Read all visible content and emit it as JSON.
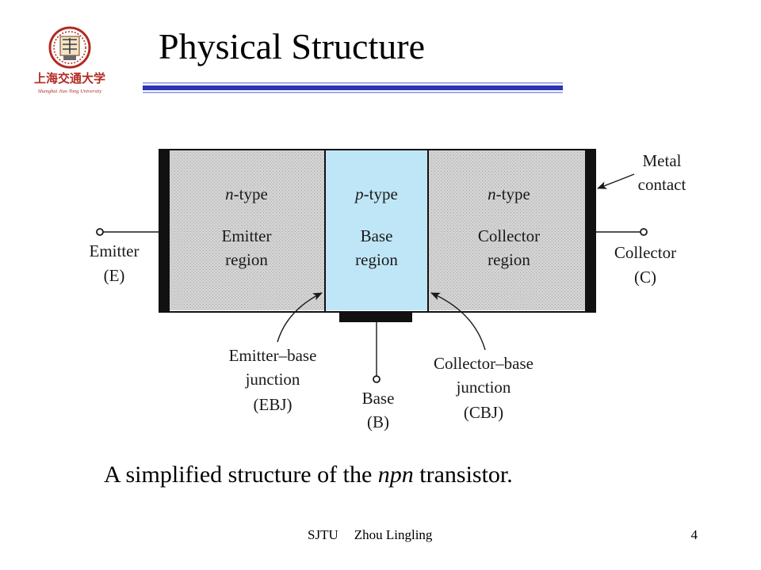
{
  "slide": {
    "title": "Physical Structure",
    "caption_pre": "A simplified structure of the ",
    "caption_em": "npn",
    "caption_post": " transistor.",
    "footer_org": "SJTU",
    "footer_author": "Zhou Lingling",
    "page_number": "4",
    "logo_text_cn": "上海交通大学",
    "logo_text_en": "Shanghai Jiao Tong University"
  },
  "colors": {
    "title_rule": "#2a35b8",
    "region_gray": "#d2d2d2",
    "base_blue": "#bfe6f6",
    "metal_black": "#111111",
    "logo_red": "#b22a22"
  },
  "diagram": {
    "emitter_region": {
      "type": "n-type",
      "line1": "Emitter",
      "line2": "region"
    },
    "base_region": {
      "type": "p-type",
      "line1": "Base",
      "line2": "region"
    },
    "collector_region": {
      "type": "n-type",
      "line1": "Collector",
      "line2": "region"
    },
    "metal_contact": {
      "line1": "Metal",
      "line2": "contact"
    },
    "emitter_terminal": {
      "line1": "Emitter",
      "line2": "(E)"
    },
    "collector_terminal": {
      "line1": "Collector",
      "line2": "(C)"
    },
    "base_terminal": {
      "line1": "Base",
      "line2": "(B)"
    },
    "ebj": {
      "line1": "Emitter–base",
      "line2": "junction",
      "line3": "(EBJ)"
    },
    "cbj": {
      "line1": "Collector–base",
      "line2": "junction",
      "line3": "(CBJ)"
    }
  }
}
